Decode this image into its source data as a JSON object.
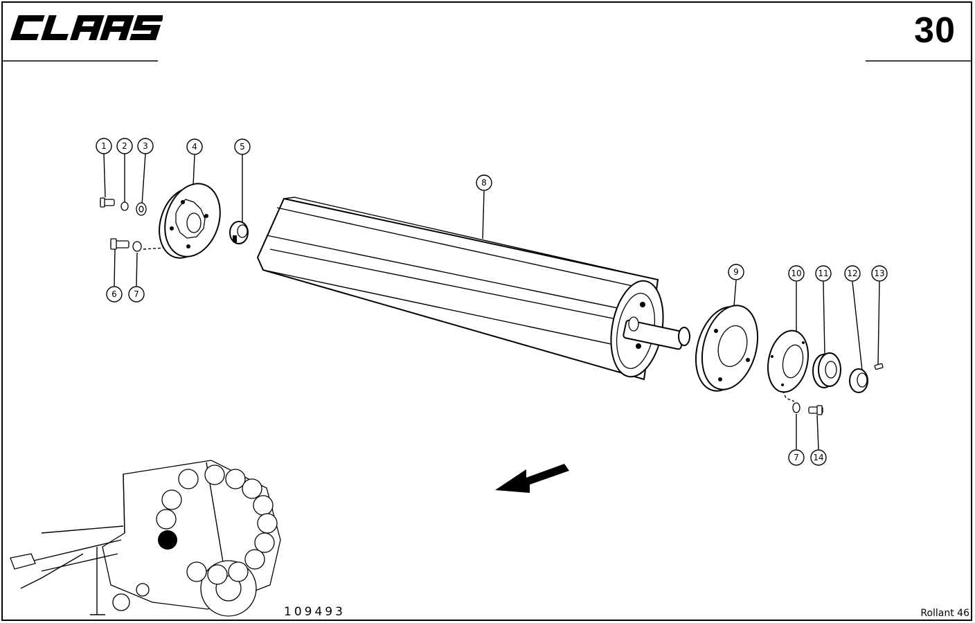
{
  "header": {
    "logo_text": "CLAAS",
    "page_number": "30"
  },
  "footer": {
    "drawing_number": "109493",
    "model_label": "Rollant 46"
  },
  "callouts": {
    "c1": "1",
    "c2": "2",
    "c3": "3",
    "c4": "4",
    "c5": "5",
    "c6": "6",
    "c7a": "7",
    "c8": "8",
    "c9": "9",
    "c10": "10",
    "c11": "11",
    "c12": "12",
    "c13": "13",
    "c7b": "7",
    "c14": "14"
  },
  "icons": {
    "direction": "direction-arrow-icon",
    "locator": "baler-locator-icon"
  },
  "colors": {
    "ink": "#000000",
    "paper": "#ffffff"
  }
}
